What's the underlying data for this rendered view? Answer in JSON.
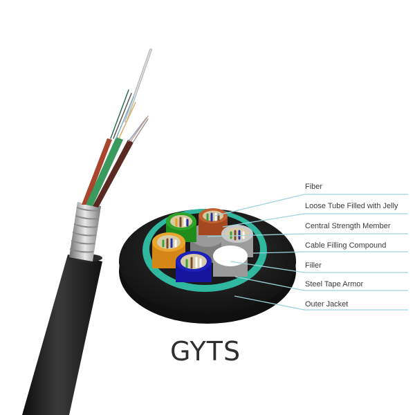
{
  "diagram": {
    "title": "GYTS",
    "subject": "Stranded loose tube steel-tape armored optical fiber cable cross-section",
    "labels": [
      {
        "id": "fiber",
        "text": "Fiber"
      },
      {
        "id": "loose-tube",
        "text": "Loose Tube Filled with Jelly"
      },
      {
        "id": "central-strength-member",
        "text": "Central Strength Member"
      },
      {
        "id": "cable-filling-compound",
        "text": "Cable Filling Compound"
      },
      {
        "id": "filler",
        "text": "Filler"
      },
      {
        "id": "steel-tape-armor",
        "text": "Steel Tape Armor"
      },
      {
        "id": "outer-jacket",
        "text": "Outer Jacket"
      }
    ],
    "colors": {
      "leader_line": "#9fd3dc",
      "outer_jacket": "#1c1c1c",
      "armor_ring": "#2fb7a0",
      "tube_green": "#2fa22a",
      "tube_orange_brown": "#b8572a",
      "tube_orange": "#e39a25",
      "tube_blue": "#1d21b8",
      "tube_grey": "#b8b8b8",
      "central_member": "#8c8c8c",
      "filler": "#ffffff",
      "title_text": "#2e2e2e"
    }
  }
}
